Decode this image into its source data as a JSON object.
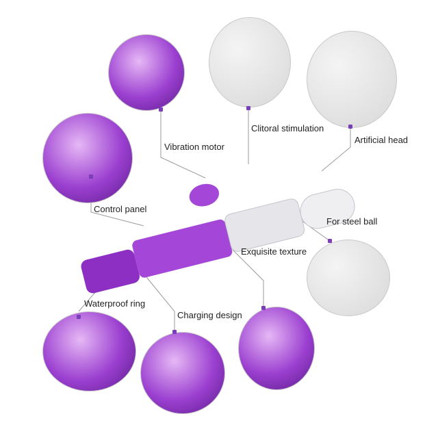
{
  "diagram": {
    "accent_color": "#7a3fb8",
    "labels": [
      {
        "id": "vibration-motor",
        "text": "Vibration motor"
      },
      {
        "id": "clitoral-stimulation",
        "text": "Clitoral stimulation"
      },
      {
        "id": "artificial-head",
        "text": "Artificial head"
      },
      {
        "id": "control-panel",
        "text": "Control panel"
      },
      {
        "id": "for-steel-ball",
        "text": "For steel ball"
      },
      {
        "id": "exquisite-texture",
        "text": "Exquisite texture"
      },
      {
        "id": "waterproof-ring",
        "text": "Waterproof ring"
      },
      {
        "id": "charging-design",
        "text": "Charging design"
      }
    ]
  }
}
